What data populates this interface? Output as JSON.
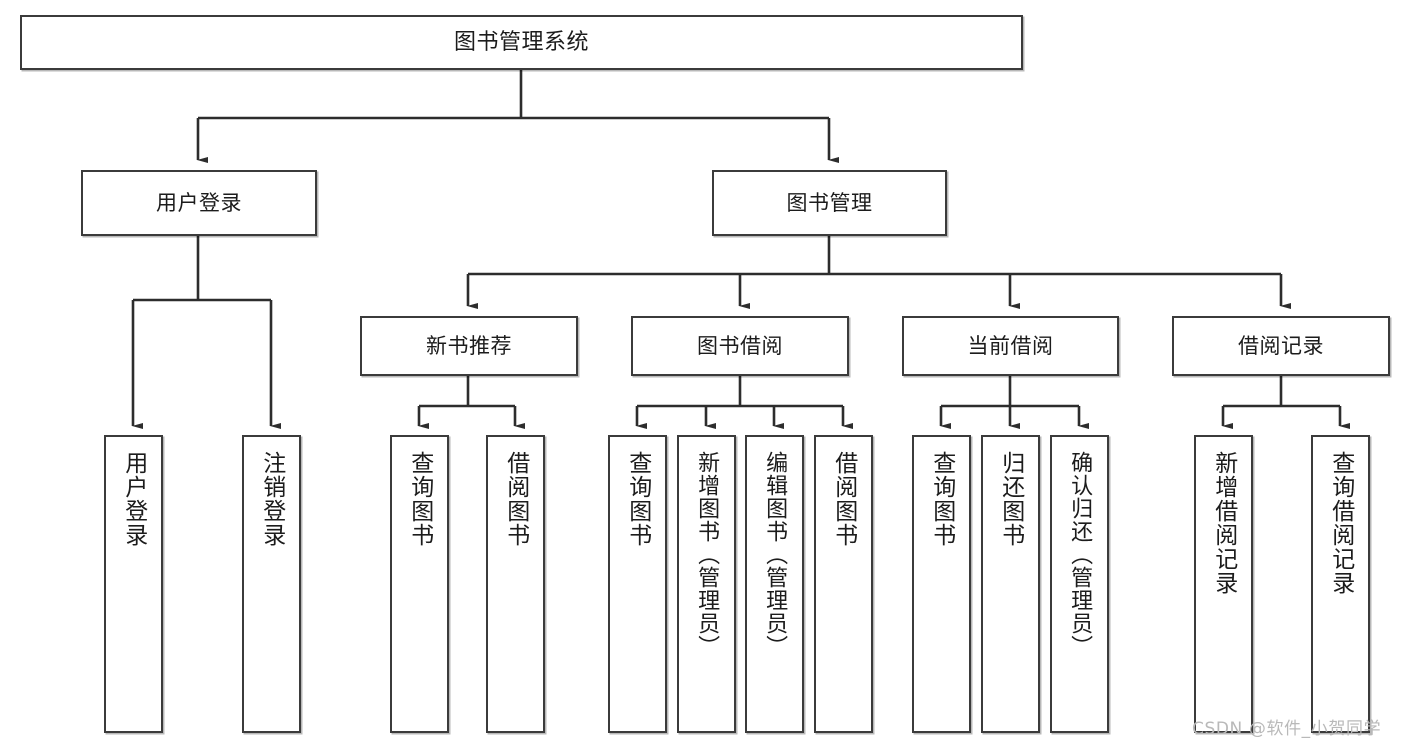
{
  "diagram": {
    "title": "图书管理系统",
    "type": "hierarchy-tree",
    "colors": {
      "box_border": "#3b3b3b",
      "box_fill": "#ffffff",
      "edge": "#2d2d2d",
      "text": "#1c1c1c",
      "watermark": "#b9b9b9",
      "background": "#ffffff"
    },
    "root": {
      "label": "图书管理系统"
    },
    "level1": [
      {
        "label": "用户登录"
      },
      {
        "label": "图书管理"
      }
    ],
    "level2": [
      {
        "label": "新书推荐"
      },
      {
        "label": "图书借阅"
      },
      {
        "label": "当前借阅"
      },
      {
        "label": "借阅记录"
      }
    ],
    "leaves": {
      "user_login": [
        {
          "label": "用户登录"
        },
        {
          "label": "注销登录"
        }
      ],
      "new_book_recommend": [
        {
          "label": "查询图书"
        },
        {
          "label": "借阅图书"
        }
      ],
      "book_borrow": [
        {
          "label": "查询图书"
        },
        {
          "label": "新增图书（管理员）"
        },
        {
          "label": "编辑图书（管理员）"
        },
        {
          "label": "借阅图书"
        }
      ],
      "current_borrow": [
        {
          "label": "查询图书"
        },
        {
          "label": "归还图书"
        },
        {
          "label": "确认归还（管理员）"
        }
      ],
      "borrow_records": [
        {
          "label": "新增借阅记录"
        },
        {
          "label": "查询借阅记录"
        }
      ]
    },
    "watermark": "CSDN @软件_小贺同学"
  }
}
